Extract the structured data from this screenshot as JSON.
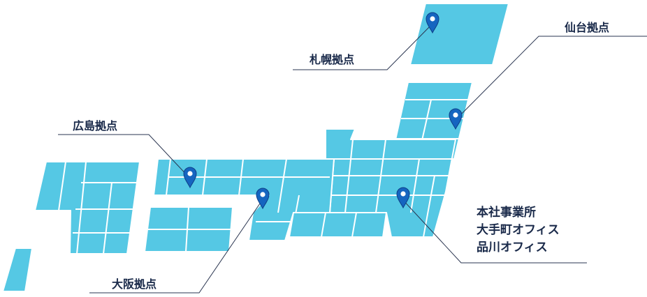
{
  "map": {
    "land_color": "#55c8e4",
    "line_color": "#ffffff",
    "leader_color": "#2a3550",
    "pin_color": "#1565c0"
  },
  "offices": [
    {
      "id": "sapporo",
      "label": "札幌拠点"
    },
    {
      "id": "sendai",
      "label": "仙台拠点"
    },
    {
      "id": "hiroshima",
      "label": "広島拠点"
    },
    {
      "id": "osaka",
      "label": "大阪拠点"
    },
    {
      "id": "tokyo",
      "label_lines": [
        "本社事業所",
        "大手町オフィス",
        "品川オフィス"
      ]
    }
  ]
}
